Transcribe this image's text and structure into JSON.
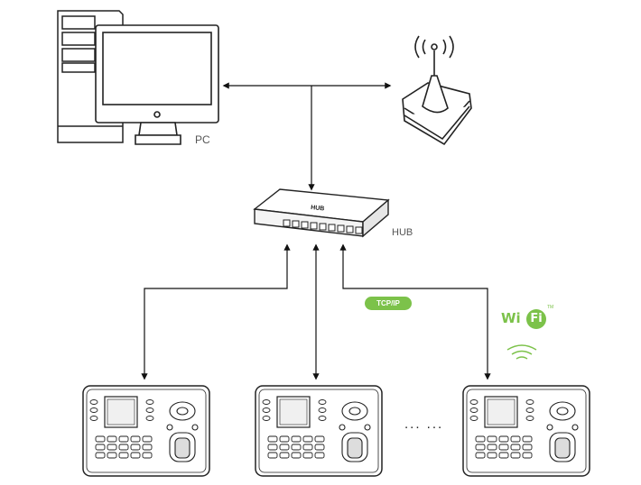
{
  "labels": {
    "pc": "PC",
    "hub": "HUB",
    "hub_body_text": "HUB",
    "protocol": "TCP/IP",
    "wifi_left": "Wi",
    "wifi_right": "Fi",
    "wifi_tm": "TM",
    "ellipsis": "... ..."
  },
  "colors": {
    "line": "#111111",
    "accent_green": "#7cc24a",
    "device_outline": "#222222"
  },
  "icons": [
    "computer-tower-icon",
    "monitor-icon",
    "antenna-tower-icon",
    "network-hub-icon",
    "wifi-signal-icon",
    "terminal-device-icon"
  ]
}
